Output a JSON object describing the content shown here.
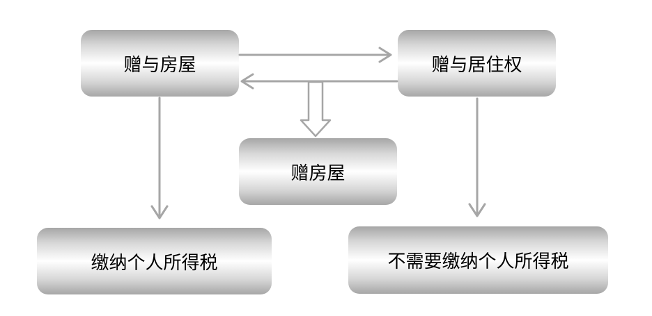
{
  "boxes": {
    "gift_house": "赠与房屋",
    "gift_residence": "赠与居住权",
    "house": "赠房屋",
    "pay_tax": "缴纳个人所得税",
    "no_tax": "不需要缴纳个人所得税"
  },
  "colors": {
    "arrow": "#a6a6a6",
    "box_edge": "#a6a6a6",
    "box_center": "#ffffff",
    "text": "#000000"
  }
}
